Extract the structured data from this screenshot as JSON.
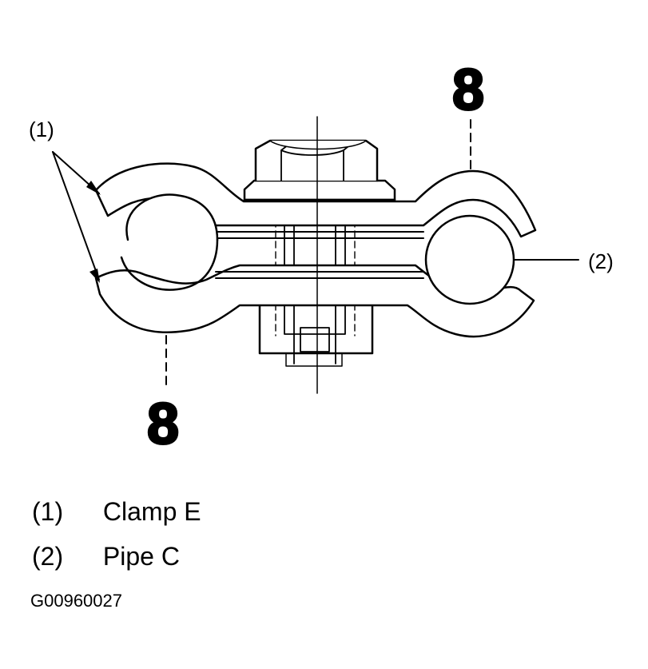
{
  "callouts": {
    "label_1": "(1)",
    "label_2": "(2)",
    "torque_top": "8",
    "torque_bottom": "8"
  },
  "legend": [
    {
      "num": "(1)",
      "text": "Clamp E"
    },
    {
      "num": "(2)",
      "text": "Pipe C"
    }
  ],
  "figure_id": "G00960027"
}
